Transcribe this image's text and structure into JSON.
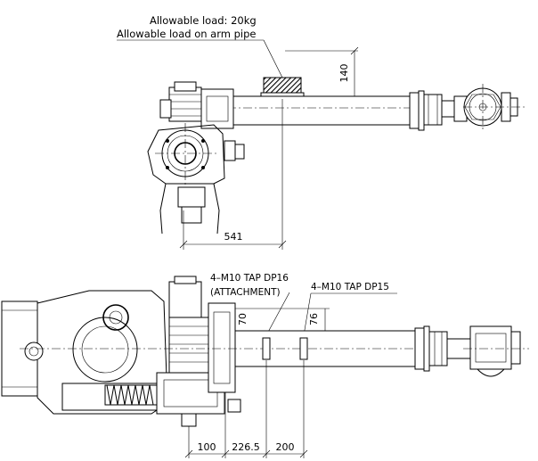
{
  "top_view": {
    "load_label_1": "Allowable load: 20kg",
    "load_label_2": "Allowable load on arm pipe",
    "dim_140": "140",
    "dim_541": "541"
  },
  "bottom_view": {
    "tap_label_1": "4–M10 TAP DP16",
    "tap_label_1b": "(ATTACHMENT)",
    "tap_label_2": "4–M10 TAP DP15",
    "dim_70": "70",
    "dim_76": "76",
    "dim_100": "100",
    "dim_226_5": "226.5",
    "dim_200": "200"
  }
}
